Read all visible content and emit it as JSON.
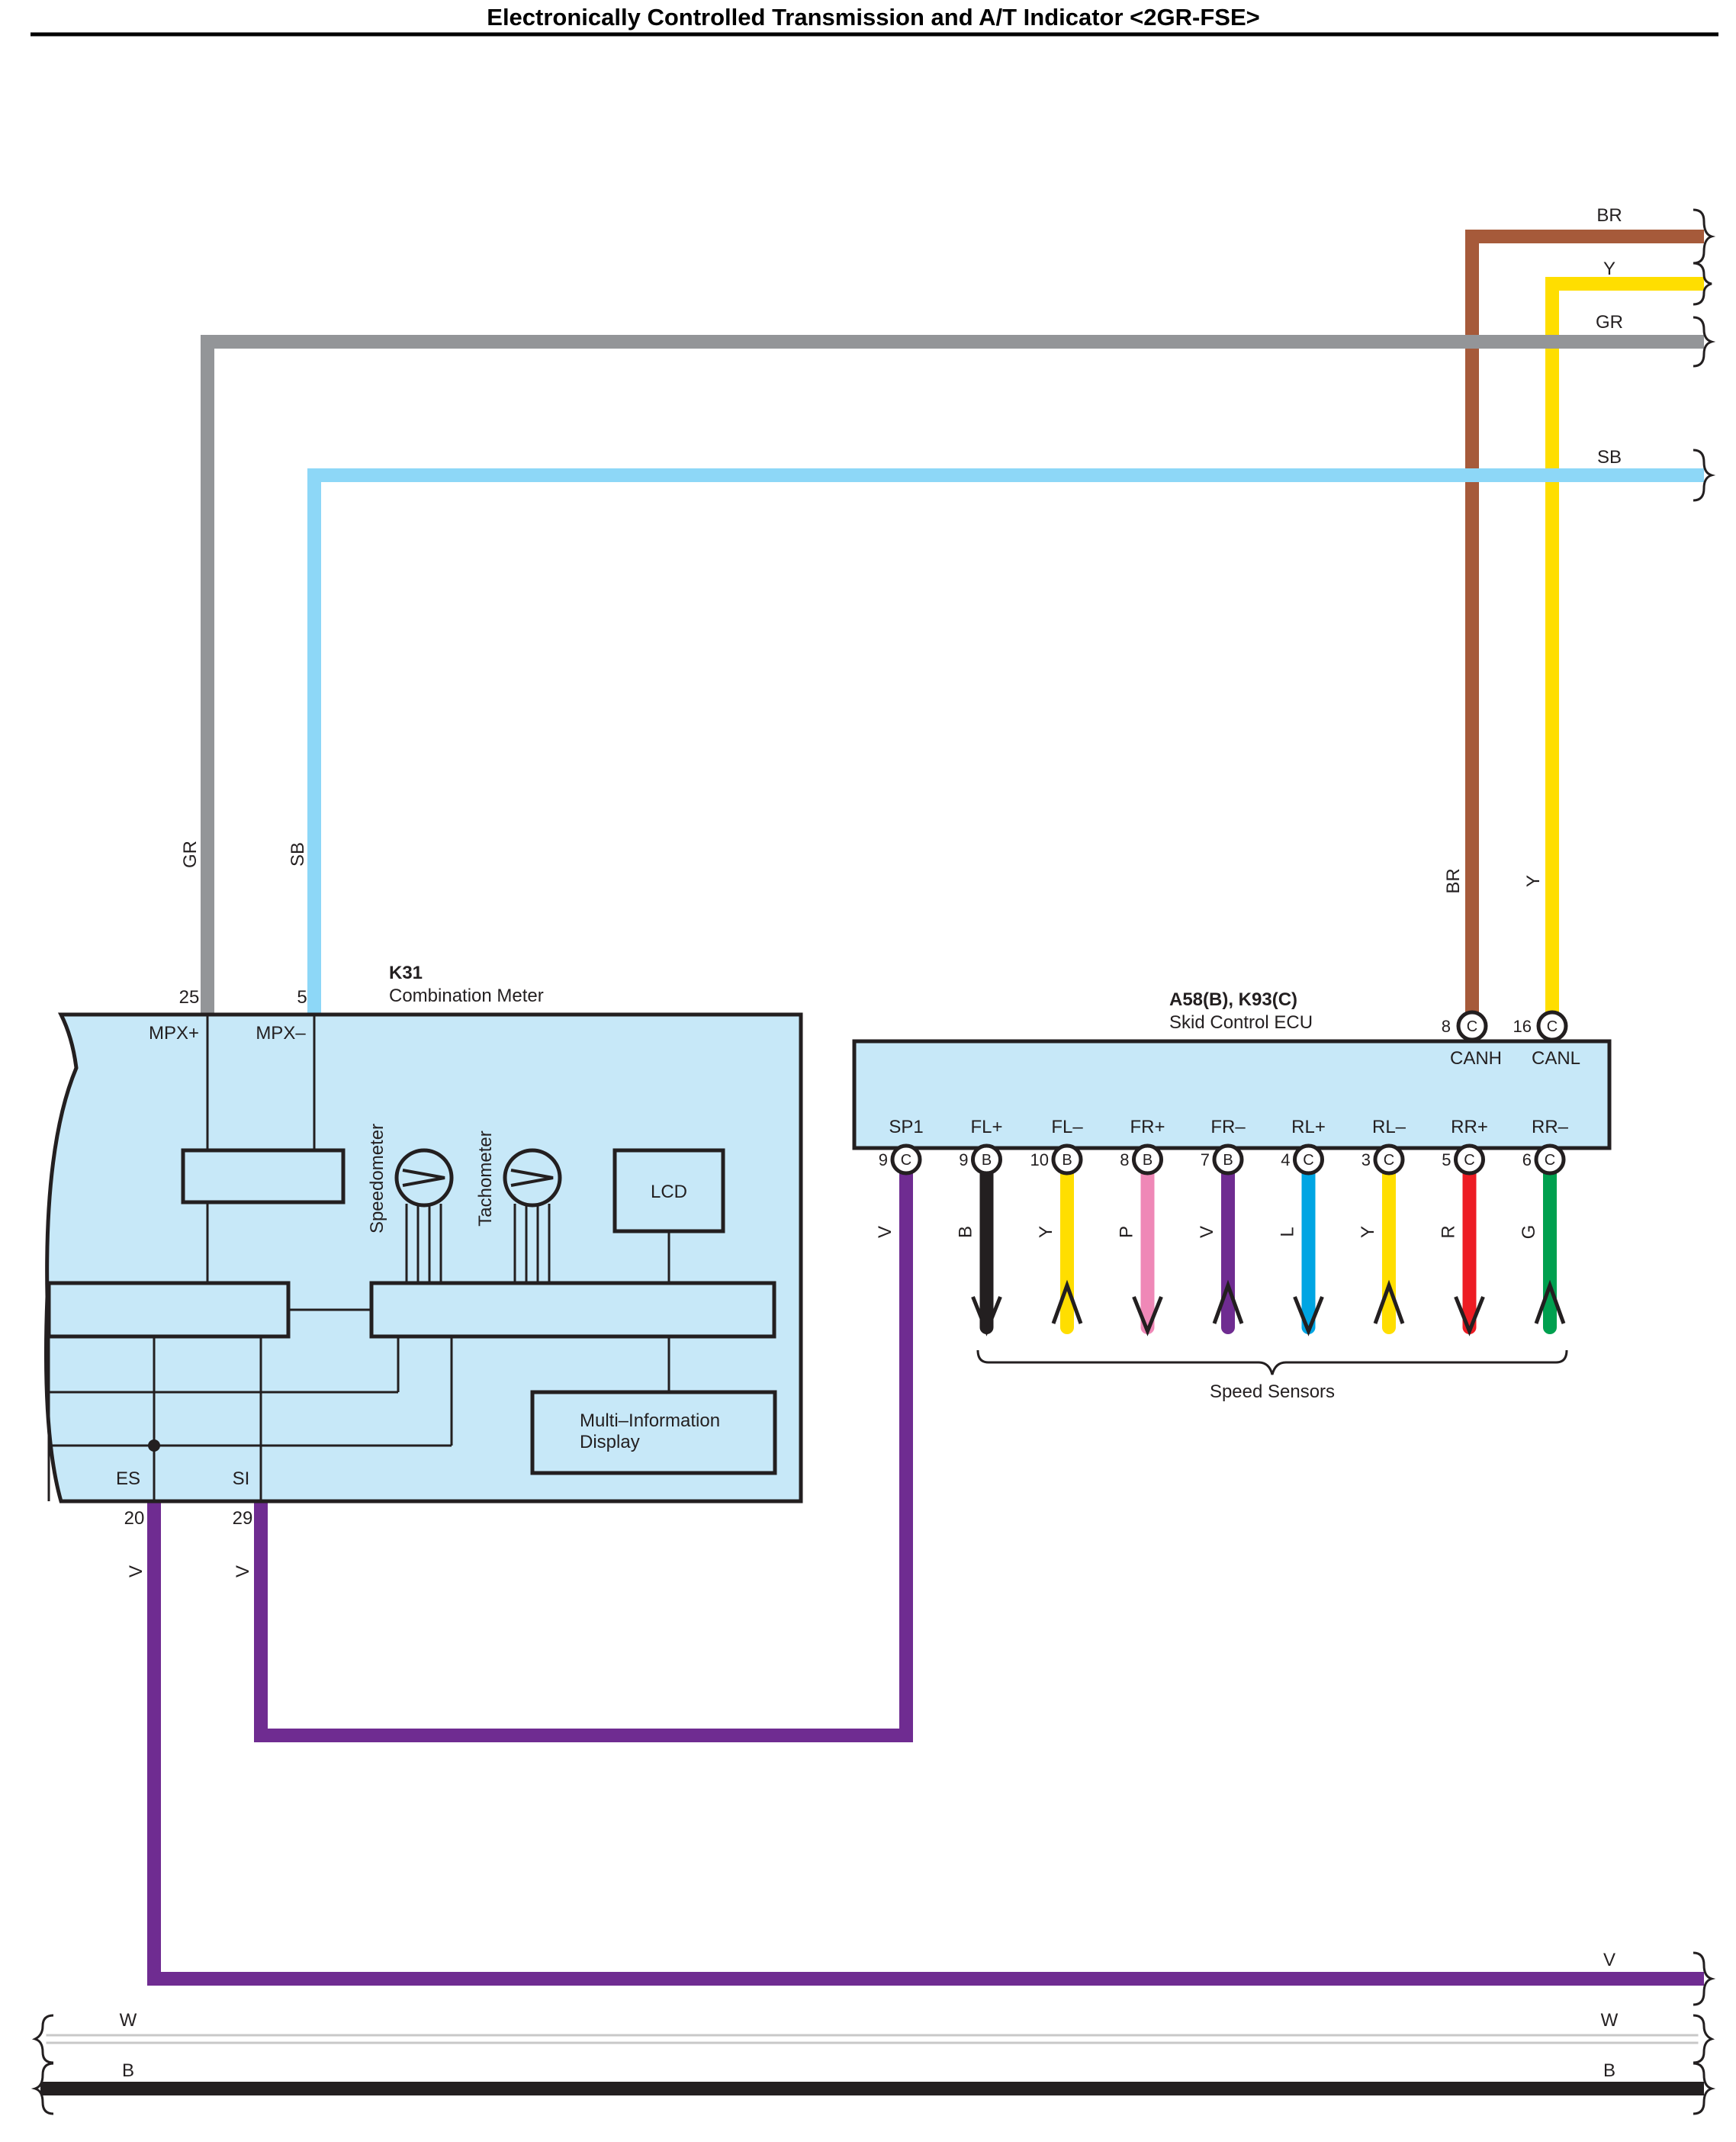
{
  "title": "Electronically Controlled Transmission and A/T Indicator <2GR-FSE>",
  "combination_meter": {
    "code": "K31",
    "name": "Combination Meter",
    "mpx_plus_pin": "25",
    "mpx_plus_label": "MPX+",
    "mpx_minus_pin": "5",
    "mpx_minus_label": "MPX–",
    "es_pin": "20",
    "es_label": "ES",
    "si_pin": "29",
    "si_label": "SI",
    "speedometer": "Speedometer",
    "tachometer": "Tachometer",
    "lcd": "LCD",
    "mid_line1": "Multi–Information",
    "mid_line2": "Display",
    "wire_gr": "GR",
    "wire_sb": "SB",
    "wire_es": "V",
    "wire_si": "V"
  },
  "skid_ecu": {
    "code": "A58(B), K93(C)",
    "name": "Skid Control ECU",
    "canh_pin": "8",
    "canh_conn": "C",
    "canh_label": "CANH",
    "canh_wire": "BR",
    "canl_pin": "16",
    "canl_conn": "C",
    "canl_label": "CANL",
    "canl_wire": "Y",
    "sensor_terminals": [
      {
        "label": "SP1",
        "pin": "9",
        "conn": "C",
        "wire": "V",
        "color": "#6f2c91"
      },
      {
        "label": "FL+",
        "pin": "9",
        "conn": "B",
        "wire": "B",
        "color": "#231f20"
      },
      {
        "label": "FL–",
        "pin": "10",
        "conn": "B",
        "wire": "Y",
        "color": "#ffde00"
      },
      {
        "label": "FR+",
        "pin": "8",
        "conn": "B",
        "wire": "P",
        "color": "#ef88b7"
      },
      {
        "label": "FR–",
        "pin": "7",
        "conn": "B",
        "wire": "V",
        "color": "#6f2c91"
      },
      {
        "label": "RL+",
        "pin": "4",
        "conn": "C",
        "wire": "L",
        "color": "#00a5e3"
      },
      {
        "label": "RL–",
        "pin": "3",
        "conn": "C",
        "wire": "Y",
        "color": "#ffde00"
      },
      {
        "label": "RR+",
        "pin": "5",
        "conn": "C",
        "wire": "R",
        "color": "#ed1c24"
      },
      {
        "label": "RR–",
        "pin": "6",
        "conn": "C",
        "wire": "G",
        "color": "#00a04f"
      }
    ],
    "speed_sensors": "Speed Sensors"
  },
  "right_wires": {
    "br": "BR",
    "y": "Y",
    "gr": "GR",
    "sb": "SB",
    "v": "V",
    "w": "W",
    "b": "B"
  },
  "left_wires": {
    "w": "W",
    "b": "B"
  },
  "colors": {
    "BR": "#a65a3a",
    "Y": "#ffde00",
    "GR": "#939598",
    "SB": "#8dd7f7",
    "V": "#6f2c91",
    "B": "#231f20",
    "P": "#ef88b7",
    "L": "#00a5e3",
    "R": "#ed1c24",
    "G": "#00a04f",
    "W": "#c8c8c8",
    "meter_fill": "#c7e8f8",
    "ecu_fill": "#c7e8f8"
  }
}
